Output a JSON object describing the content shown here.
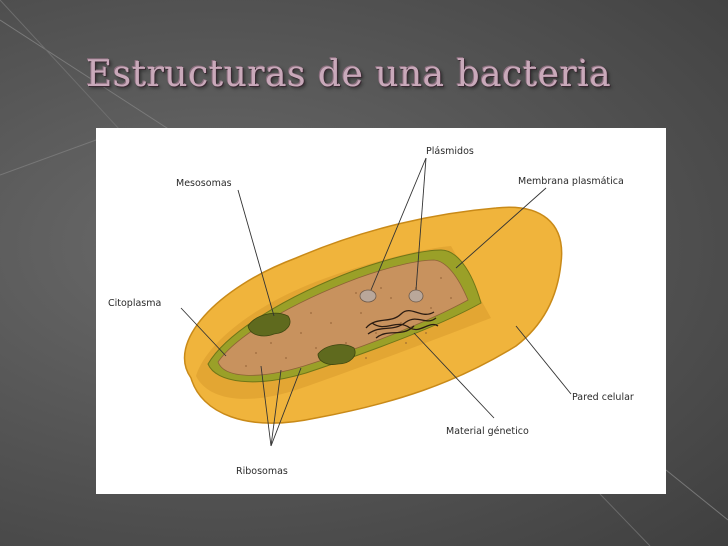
{
  "slide": {
    "title": "Estructuras de una bacteria"
  },
  "diagram": {
    "labels": {
      "plasmids": "Plásmidos",
      "mesosomes": "Mesosomas",
      "plasma_membrane": "Membrana plasmática",
      "cytoplasm": "Citoplasma",
      "cell_wall": "Pared celular",
      "genetic_material": "Material génetico",
      "ribosomes": "Ribosomas"
    }
  },
  "colors": {
    "background": "#575757",
    "title": "#c9a9ba",
    "cell_wall": "#f0b43c",
    "membrane": "#9aa028",
    "cytoplasm": "#c8925e",
    "mesosome": "#5f6a1e"
  }
}
